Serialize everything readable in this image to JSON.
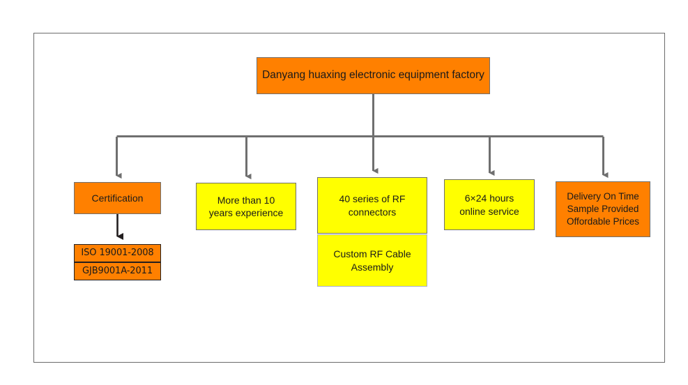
{
  "diagram": {
    "title": "Danyang huaxing electronic equipment factory",
    "colors": {
      "orange_fill": "#FF8000",
      "yellow_fill": "#FFFF00",
      "node_border": "#6F6F6F",
      "iso_border": "#231F20",
      "light_border": "#A8AEC4",
      "connector": "#6F6F6F",
      "frame_border": "#6B6B6B",
      "text": "#1A1A1A",
      "background": "#FFFFFF"
    },
    "root": {
      "label": "Danyang huaxing electronic equipment factory",
      "fill": "orange"
    },
    "branches": [
      {
        "id": "certification",
        "label": "Certification",
        "fill": "orange",
        "children": [
          {
            "id": "iso-19001",
            "label": "ISO 19001-2008",
            "fill": "orange"
          },
          {
            "id": "gjb9001a",
            "label": "GJB9001A-2011",
            "fill": "orange"
          }
        ]
      },
      {
        "id": "experience",
        "label": "More than 10\nyears experience",
        "fill": "yellow",
        "children": []
      },
      {
        "id": "rf-connectors",
        "label": "40 series of RF\nconnectors",
        "fill": "yellow",
        "children": [
          {
            "id": "rf-cable",
            "label": "Custom RF Cable\nAssembly",
            "fill": "yellow-light"
          }
        ]
      },
      {
        "id": "online-service",
        "label": "6×24 hours\nonline service",
        "fill": "yellow",
        "children": []
      },
      {
        "id": "delivery",
        "label": "Delivery On Time\nSample Provided\nOffordable Prices",
        "fill": "orange",
        "children": []
      }
    ]
  }
}
